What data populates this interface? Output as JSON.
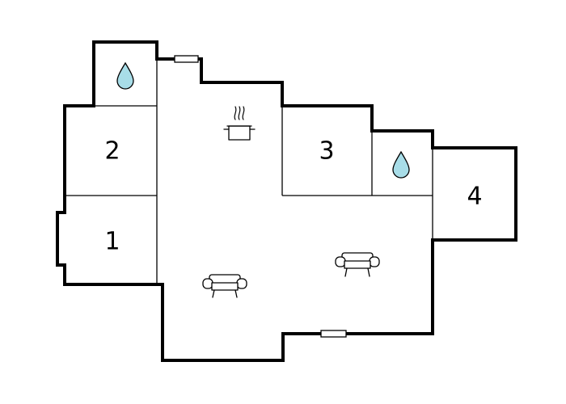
{
  "floorplan": {
    "rooms": [
      {
        "id": "room-1",
        "label": "1"
      },
      {
        "id": "room-2",
        "label": "2"
      },
      {
        "id": "room-3",
        "label": "3"
      },
      {
        "id": "room-4",
        "label": "4"
      }
    ],
    "icons": {
      "bathroom": "water-drop-icon",
      "kitchen": "cooking-pot-icon",
      "living": "sofa-icon",
      "window": "window-icon"
    },
    "colors": {
      "wall": "#000000",
      "background": "#ffffff",
      "water_drop": "#a8dde8"
    }
  }
}
